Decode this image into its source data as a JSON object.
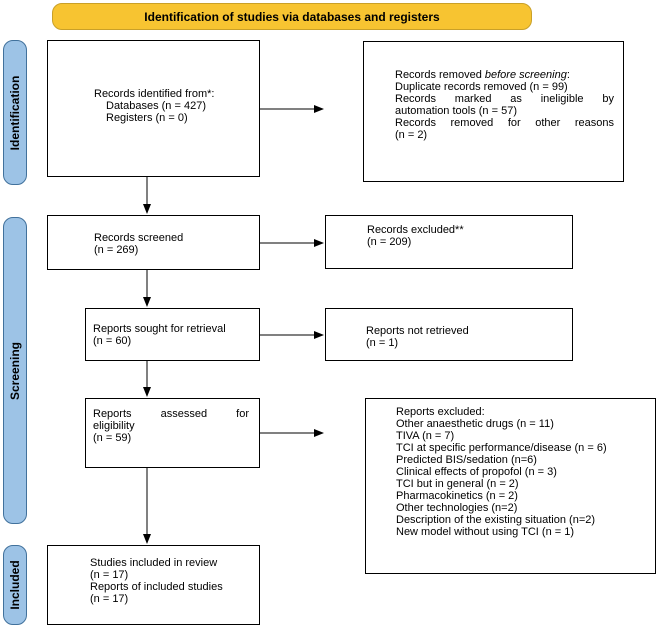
{
  "header": {
    "title": "Identification of studies via databases and registers"
  },
  "phases": {
    "identification": "Identification",
    "screening": "Screening",
    "included": "Included"
  },
  "boxes": {
    "records_identified": {
      "title": "Records identified from*:",
      "databases": "Databases (n = 427)",
      "registers": "Registers (n = 0)"
    },
    "records_removed": {
      "title_prefix": "Records removed ",
      "title_emph": "before screening",
      "title_suffix": ":",
      "duplicates": "Duplicate records removed  (n = 99)",
      "ineligible_1": [
        "Records",
        "marked",
        "as",
        "ineligible",
        "by"
      ],
      "ineligible_2": "automation tools (n = 57)",
      "other_1": [
        "Records",
        "removed",
        "for",
        "other",
        "reasons"
      ],
      "other_2": "(n = 2)"
    },
    "records_screened": {
      "title": "Records screened",
      "count": "(n = 269)"
    },
    "records_excluded": {
      "title": "Records excluded**",
      "count": "(n = 209)"
    },
    "reports_sought": {
      "title": "Reports sought for retrieval",
      "count": "(n = 60)"
    },
    "reports_not_retrieved": {
      "title": "Reports not retrieved",
      "count": "(n = 1)"
    },
    "reports_assessed": {
      "words": [
        "Reports",
        "assessed",
        "for"
      ],
      "line2": "eligibility",
      "count": "(n = 59)"
    },
    "reports_excluded": {
      "title": "Reports excluded:",
      "reasons": [
        "Other anaesthetic drugs (n = 11)",
        "TIVA (n = 7)",
        "TCI at specific performance/disease (n = 6)",
        "Predicted BIS/sedation (n=6)",
        "Clinical effects of propofol (n = 3)",
        "TCI but in general (n = 2)",
        "Pharmacokinetics (n = 2)",
        "Other technologies (n=2)",
        "Description of the existing situation (n=2)",
        "New model without using TCI (n = 1)"
      ]
    },
    "studies_included": {
      "line1": "Studies included in review",
      "line2": "(n = 17)",
      "line3": "Reports of included studies",
      "line4": "(n = 17)"
    }
  },
  "colors": {
    "header_fill": "#f7c431",
    "phase_fill": "#9dc3e6",
    "phase_border": "#41719c"
  }
}
